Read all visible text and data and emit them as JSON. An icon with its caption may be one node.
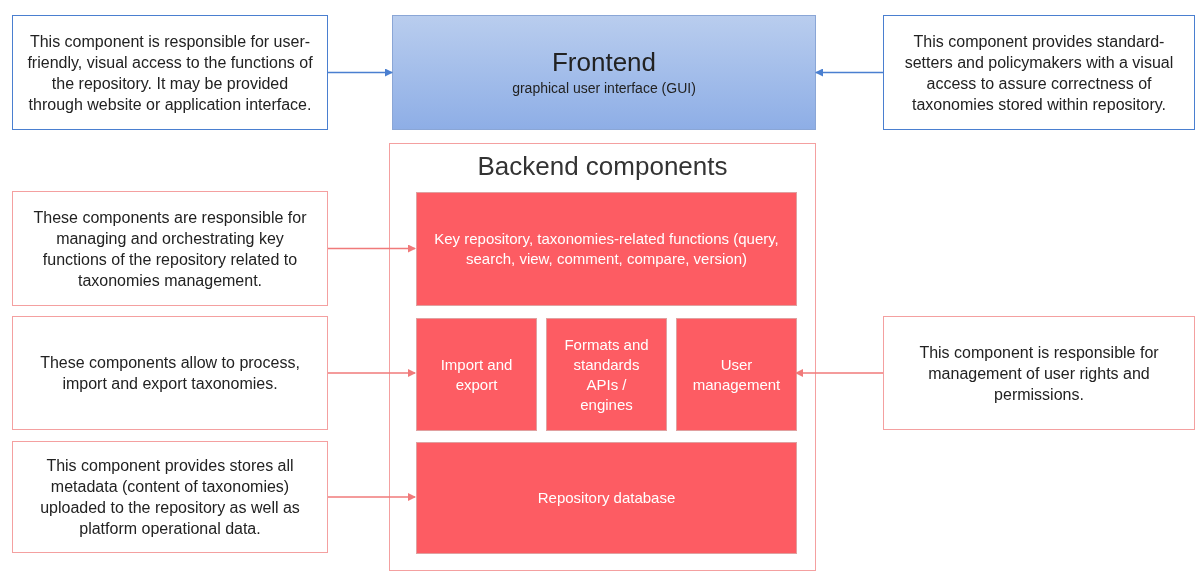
{
  "diagram": {
    "nodes": [
      {
        "text": [
          "This component is responsible for user-friendly, visual access to the functions of the repository. It may be provided through website or application interface."
        ]
      },
      {
        "text": [
          "Frontend",
          "graphical user interface (GUI)"
        ]
      },
      {
        "text": [
          "This component provides standard-setters and policymakers with a visual access to assure correctness of taxonomies stored within repository."
        ]
      },
      {
        "text": [
          "Backend components"
        ]
      },
      {
        "text": [
          "Key repository, taxonomies-related functions (query, search, view, comment, compare, version)"
        ],
        "in": 3
      },
      {
        "text": [
          "Import and export"
        ],
        "in": 3
      },
      {
        "text": [
          "Formats and standards APIs / engines"
        ],
        "in": 3
      },
      {
        "text": [
          "User management"
        ],
        "in": 3
      },
      {
        "text": [
          "Repository database"
        ],
        "in": 3
      },
      {
        "text": [
          "These components are responsible for managing and orchestrating key functions of the repository related to taxonomies management."
        ]
      },
      {
        "text": [
          "These components allow to process, import and export taxonomies."
        ]
      },
      {
        "text": [
          "This component provides stores all metadata (content of taxonomies) uploaded to the repository as well as platform operational data."
        ]
      },
      {
        "text": [
          "This component is responsible for management of user rights and permissions."
        ]
      }
    ],
    "edges": [
      {
        "from": 0,
        "to": 1,
        "arrow": "to",
        "color": "#4a7fd0"
      },
      {
        "from": 2,
        "to": 1,
        "arrow": "to",
        "color": "#4a7fd0"
      },
      {
        "from": 9,
        "to": 4,
        "arrow": "to"
      },
      {
        "from": 10,
        "to": 5,
        "arrow": "to"
      },
      {
        "from": 12,
        "to": 7,
        "arrow": "to"
      },
      {
        "from": 11,
        "to": 8,
        "arrow": "to"
      }
    ]
  }
}
